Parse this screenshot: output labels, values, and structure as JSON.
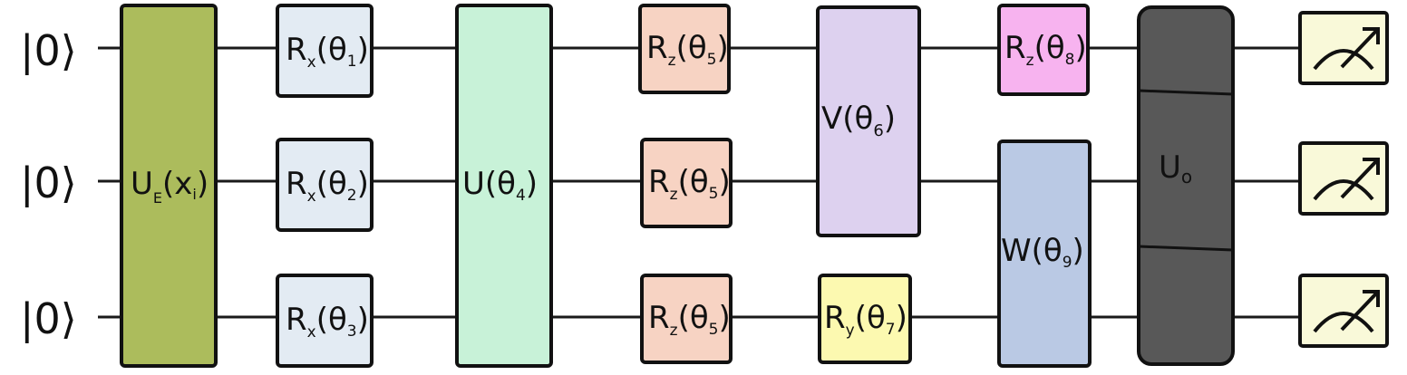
{
  "circuit": {
    "inputs": [
      "|0⟩",
      "|0⟩",
      "|0⟩"
    ],
    "gates": {
      "encoding": {
        "label": "U",
        "sub": "E",
        "arg": "(x",
        "argsub": "i",
        "close": ")",
        "color": "#acbc5c"
      },
      "rx1": {
        "label": "R",
        "sub": "x",
        "arg": "(θ",
        "argsub": "1",
        "close": ")",
        "color": "#e3ebf3"
      },
      "rx2": {
        "label": "R",
        "sub": "x",
        "arg": "(θ",
        "argsub": "2",
        "close": ")",
        "color": "#e3ebf3"
      },
      "rx3": {
        "label": "R",
        "sub": "x",
        "arg": "(θ",
        "argsub": "3",
        "close": ")",
        "color": "#e3ebf3"
      },
      "u4": {
        "text": "U(θ",
        "argsub": "4",
        "close": ")",
        "color": "#c8f2d8"
      },
      "rz5a": {
        "label": "R",
        "sub": "z",
        "arg": "(θ",
        "argsub": "5",
        "close": ")",
        "color": "#f7d3c3"
      },
      "rz5b": {
        "label": "R",
        "sub": "z",
        "arg": "(θ",
        "argsub": "5",
        "close": ")",
        "color": "#f7d3c3"
      },
      "rz5c": {
        "label": "R",
        "sub": "z",
        "arg": "(θ",
        "argsub": "5",
        "close": ")",
        "color": "#f7d3c3"
      },
      "v6": {
        "text": "V(θ",
        "argsub": "6",
        "close": ")",
        "color": "#ddd1ef"
      },
      "ry7": {
        "label": "R",
        "sub": "y",
        "arg": "(θ",
        "argsub": "7",
        "close": ")",
        "color": "#fcf9b0"
      },
      "rz8": {
        "label": "R",
        "sub": "z",
        "arg": "(θ",
        "argsub": "8",
        "close": ")",
        "color": "#f7b3ef"
      },
      "w9": {
        "text": "W(θ",
        "argsub": "9",
        "close": ")",
        "color": "#bac9e4"
      },
      "uo": {
        "label": "U",
        "sub": "o",
        "color": "#585858"
      }
    },
    "measure_color": "#f9f9d9",
    "wire_color": "#1a1a1a"
  }
}
